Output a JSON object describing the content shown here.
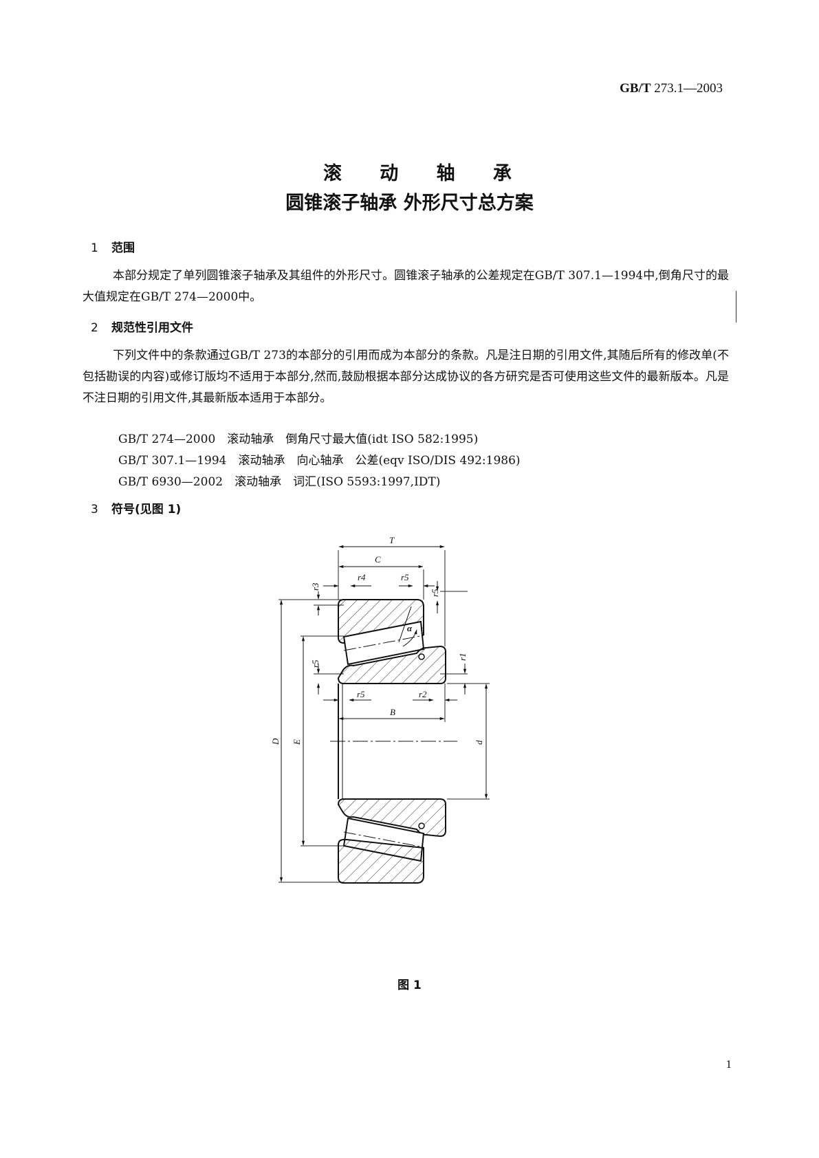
{
  "header": {
    "std_prefix": "GB/T",
    "std_number": "273.1—2003"
  },
  "title": {
    "line1": "滚 动 轴 承",
    "line2": "圆锥滚子轴承 外形尺寸总方案"
  },
  "sections": [
    {
      "num": "1",
      "title": "范围"
    },
    {
      "num": "2",
      "title": "规范性引用文件"
    },
    {
      "num": "3",
      "title": "符号(见图 1)"
    }
  ],
  "scope_text": "本部分规定了单列圆锥滚子轴承及其组件的外形尺寸。圆锥滚子轴承的公差规定在GB/T 307.1—1994中,倒角尺寸的最大值规定在GB/T 274—2000中。",
  "refs_intro": "下列文件中的条款通过GB/T 273的本部分的引用而成为本部分的条款。凡是注日期的引用文件,其随后所有的修改单(不包括勘误的内容)或修订版均不适用于本部分,然而,鼓励根据本部分达成协议的各方研究是否可使用这些文件的最新版本。凡是不注日期的引用文件,其最新版本适用于本部分。",
  "references": [
    "GB/T 274—2000　滚动轴承　倒角尺寸最大值(idt ISO 582:1995)",
    "GB/T 307.1—1994　滚动轴承　向心轴承　公差(eqv ISO/DIS 492:1986)",
    "GB/T 6930—2002　滚动轴承　词汇(ISO 5593:1997,IDT)"
  ],
  "figure": {
    "caption": "图 1",
    "labels": {
      "T": "T",
      "C": "C",
      "r4": "r4",
      "r5a": "r5",
      "r3": "r3",
      "r5b": "r5",
      "alpha": "α",
      "r5c": "r5",
      "r1": "r1",
      "r5d": "r5",
      "r2": "r2",
      "B": "B",
      "D": "D",
      "E": "E",
      "d": "d"
    }
  },
  "page_number": "1"
}
